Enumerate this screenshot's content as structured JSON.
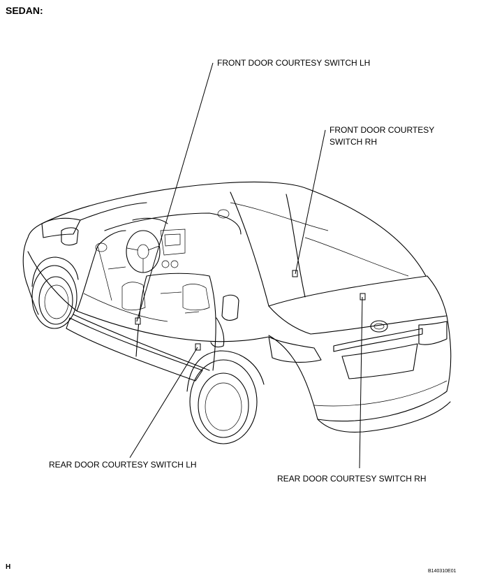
{
  "heading": "SEDAN:",
  "callouts": {
    "front_left": "FRONT DOOR COURTESY SWITCH LH",
    "front_right_line1": "FRONT DOOR COURTESY",
    "front_right_line2": "SWITCH RH",
    "rear_left": "REAR DOOR COURTESY SWITCH LH",
    "rear_right": "REAR DOOR COURTESY SWITCH RH"
  },
  "footer": {
    "section_code": "H",
    "figure_id": "B140310E01"
  }
}
